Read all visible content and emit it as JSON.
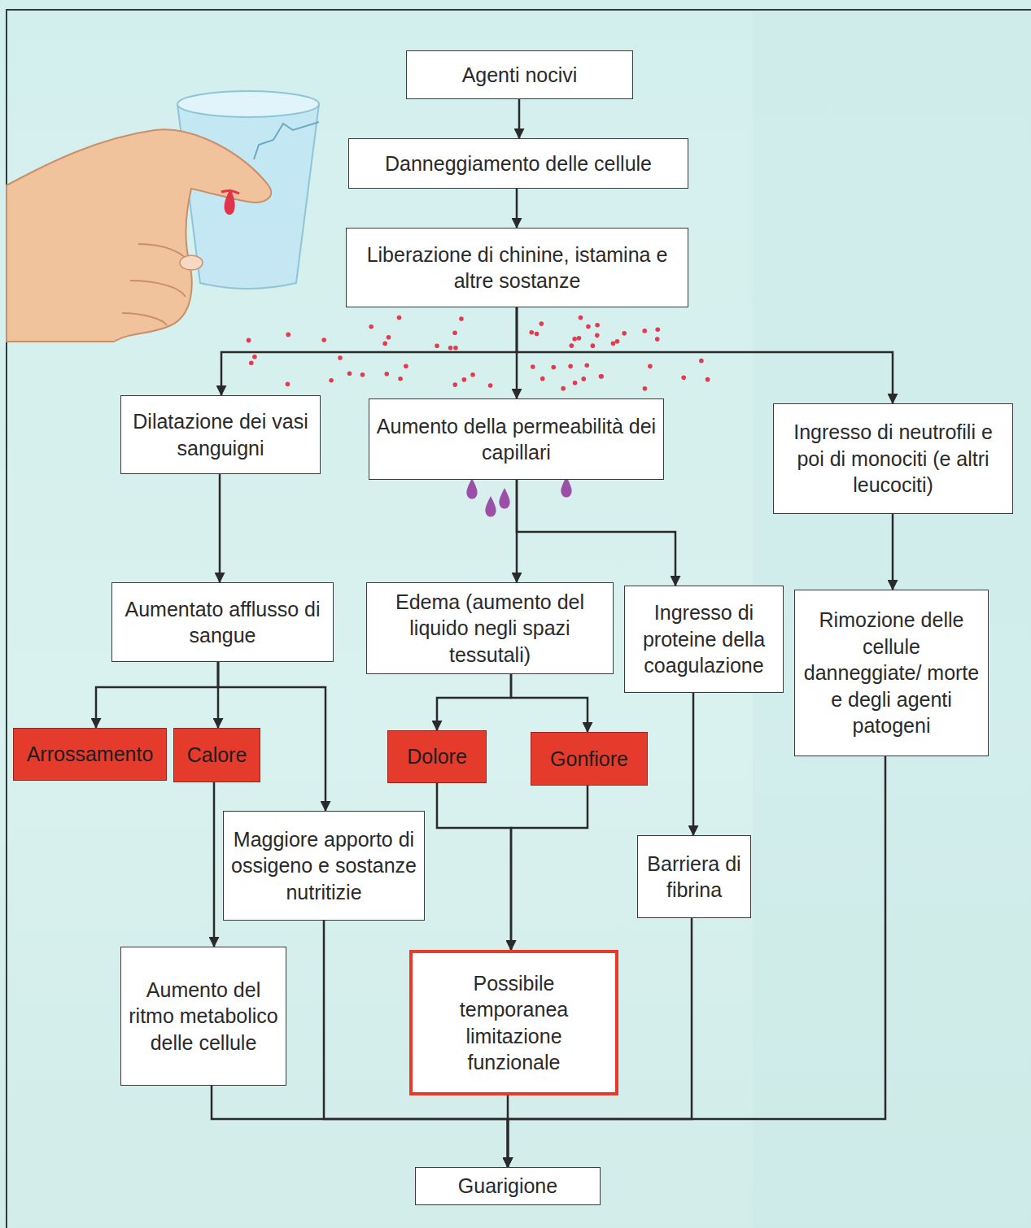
{
  "diagram": {
    "nodes": [
      {
        "text": [
          "Agenti nocivi"
        ]
      },
      {
        "text": [
          "Danneggiamento delle cellule"
        ]
      },
      {
        "text": [
          "Liberazione di chinine, istamina e altre sostanze"
        ]
      },
      {
        "text": [
          "Dilatazione dei vasi sanguigni"
        ]
      },
      {
        "text": [
          "Aumento della permeabilità dei capillari"
        ]
      },
      {
        "text": [
          "Ingresso di neutrofili e poi di monociti (e altri leucociti)"
        ]
      },
      {
        "text": [
          "Aumentato afflusso di sangue"
        ]
      },
      {
        "text": [
          "Edema (aumento del liquido negli spazi tessutali)"
        ]
      },
      {
        "text": [
          "Ingresso di proteine della coagulazione"
        ]
      },
      {
        "text": [
          "Rimozione delle cellule danneggiate/ morte e degli agenti patogeni"
        ]
      },
      {
        "text": [
          "Arrossamento"
        ]
      },
      {
        "text": [
          "Calore"
        ]
      },
      {
        "text": [
          "Dolore"
        ]
      },
      {
        "text": [
          "Gonfiore"
        ]
      },
      {
        "text": [
          "Maggiore apporto di ossigeno e sostanze nutritizie"
        ]
      },
      {
        "text": [
          "Barriera di fibrina"
        ]
      },
      {
        "text": [
          "Aumento del ritmo metabolico delle cellule"
        ]
      },
      {
        "text": [
          "Possibile temporanea limitazione funzionale"
        ]
      },
      {
        "text": [
          "Guarigione"
        ]
      }
    ],
    "edges": [
      {
        "from": 0,
        "to": 1,
        "arrow": "to"
      },
      {
        "from": 1,
        "to": 2,
        "arrow": "to"
      },
      {
        "from": 2,
        "to": 3,
        "arrow": "to"
      },
      {
        "from": 2,
        "to": 4,
        "arrow": "to"
      },
      {
        "from": 2,
        "to": 5,
        "arrow": "to"
      },
      {
        "from": 3,
        "to": 6,
        "arrow": "to"
      },
      {
        "from": 4,
        "to": 7,
        "arrow": "to"
      },
      {
        "from": 4,
        "to": 8,
        "arrow": "to"
      },
      {
        "from": 5,
        "to": 9,
        "arrow": "to"
      },
      {
        "from": 6,
        "to": 10,
        "arrow": "to"
      },
      {
        "from": 6,
        "to": 11,
        "arrow": "to"
      },
      {
        "from": 6,
        "to": 14,
        "arrow": "to"
      },
      {
        "from": 7,
        "to": 12,
        "arrow": "to"
      },
      {
        "from": 7,
        "to": 13,
        "arrow": "to"
      },
      {
        "from": 12,
        "to": 17,
        "arrow": "to"
      },
      {
        "from": 13,
        "to": 17,
        "arrow": "to"
      },
      {
        "from": 8,
        "to": 15,
        "arrow": "to"
      },
      {
        "from": 11,
        "to": 16,
        "arrow": "to"
      },
      {
        "from": 16,
        "to": 18,
        "arrow": "to"
      },
      {
        "from": 14,
        "to": 18,
        "arrow": "to"
      },
      {
        "from": 17,
        "to": 18,
        "arrow": "to"
      },
      {
        "from": 15,
        "to": 18,
        "arrow": "to"
      },
      {
        "from": 9,
        "to": 18,
        "arrow": "to"
      }
    ]
  }
}
